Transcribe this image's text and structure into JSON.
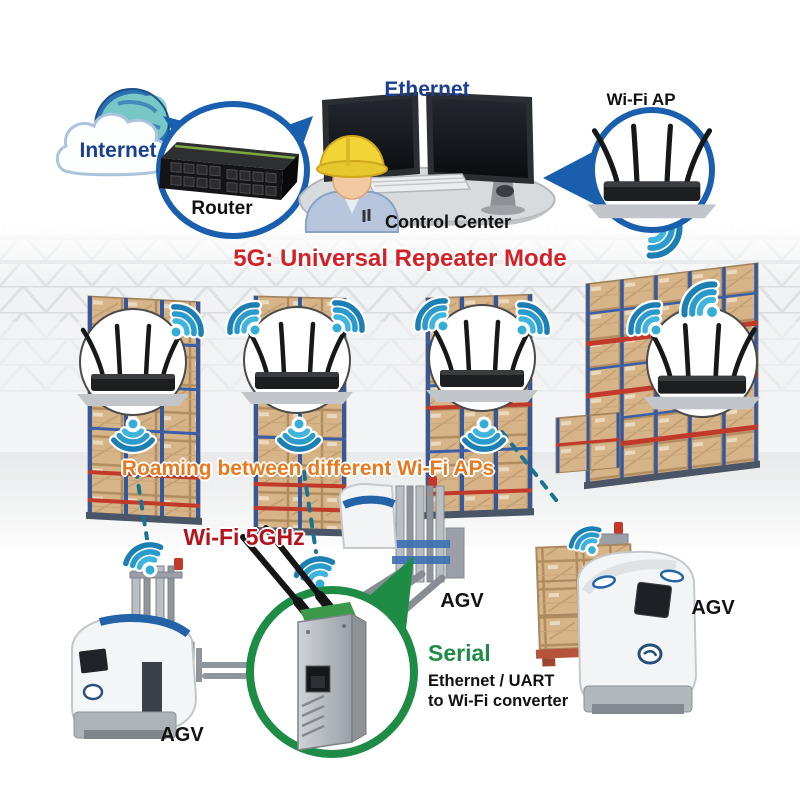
{
  "colors": {
    "accent_blue": "#1a5fae",
    "wifi_blue": "#2b9acc",
    "alert_red": "#d42127",
    "roaming_orange": "#e8791e",
    "wifi5ghz_red": "#b5121b",
    "serial_green": "#1f8c46",
    "navy_text": "#1a3f8f",
    "rack_blue": "#33589e",
    "rack_beam_red": "#c0392b",
    "box_tan": "#d7b488"
  },
  "top": {
    "internet_label": "Internet",
    "router_label": "Router",
    "ethernet_label": "Ethernet",
    "control_center_label": "Control Center",
    "wifi_ap_label": "Wi-Fi AP",
    "mode_label": "5G: Universal Repeater Mode"
  },
  "middle": {
    "roaming_label": "Roaming between different Wi-Fi APs"
  },
  "bottom": {
    "wifi_5ghz_label": "Wi-Fi 5GHz",
    "agv_left_label": "AGV",
    "agv_middle_label": "AGV",
    "agv_right_label": "AGV",
    "serial_label": "Serial",
    "converter_line1": "Ethernet / UART",
    "converter_line2": "to Wi-Fi converter"
  },
  "icons": {
    "wifi": "wifi-signal-icon",
    "cloud": "internet-cloud-icon",
    "globe": "globe-icon",
    "router_switch": "router-switch-icon",
    "monitor": "monitor-icon",
    "keyboard": "keyboard-icon",
    "mouse": "mouse-icon",
    "operator": "operator-with-hardhat-icon",
    "wifi_ap": "wifi-ap-router-icon",
    "rack": "warehouse-rack-icon",
    "agv": "agv-forklift-icon",
    "converter": "serial-converter-icon",
    "beacon": "red-beacon-icon",
    "dashed_link": "dashed-wireless-link",
    "callout": "magnifier-callout-circle"
  }
}
